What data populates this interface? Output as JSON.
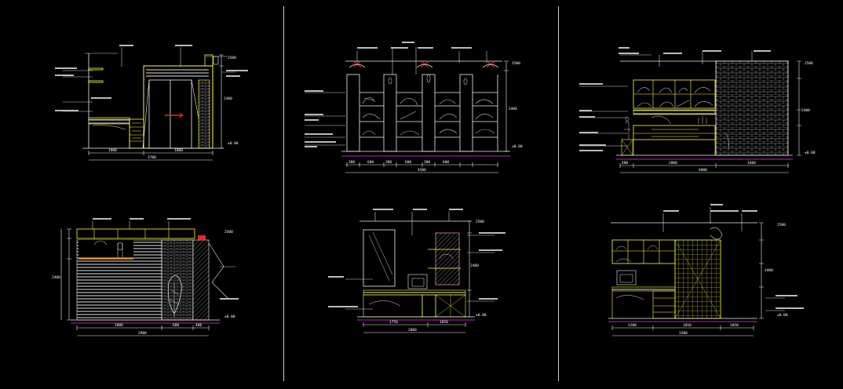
{
  "viewer": {
    "background": "#000000",
    "colors": {
      "yellow": "#ffff33",
      "gray": "#bdbdbd",
      "white": "#f0f0f0",
      "magenta": "#c020c0",
      "red": "#ff2020",
      "cyan": "#33e0ff"
    }
  },
  "drawings": [
    {
      "id": "elevation-1",
      "dims_bottom": [
        "1900",
        "1800"
      ],
      "dim_total": "3700",
      "dims_right": [
        "2400"
      ],
      "level_marks": [
        "2500",
        "±0.00"
      ]
    },
    {
      "id": "elevation-2",
      "dims_bottom": [
        "380",
        "600",
        "380",
        "600",
        "380",
        "600"
      ],
      "dim_total": "4500",
      "dims_right": [
        "2400"
      ],
      "level_marks": [
        "2500",
        "±0.00"
      ]
    },
    {
      "id": "elevation-3",
      "dims_bottom": [
        "400",
        "2000",
        "1600"
      ],
      "dim_total": "4000",
      "dims_right": [
        "2400"
      ],
      "level_marks": [
        "2500",
        "±0.00"
      ]
    },
    {
      "id": "elevation-4",
      "dims_bottom": [
        "1800",
        "600",
        "400"
      ],
      "dim_total": "2900",
      "dims_right": [
        "2400"
      ],
      "level_marks": [
        "2500",
        "±0.00"
      ]
    },
    {
      "id": "elevation-5",
      "dims_bottom": [
        "1750",
        "1050"
      ],
      "dim_total": "2800",
      "dims_right": [
        "2400"
      ],
      "level_marks": [
        "2500",
        "±0.00"
      ]
    },
    {
      "id": "elevation-6",
      "dims_bottom": [
        "1200",
        "1050",
        "1050"
      ],
      "dim_total": "3300",
      "dims_right": [
        "2400"
      ],
      "level_marks": [
        "2500",
        "±0.00"
      ]
    }
  ]
}
